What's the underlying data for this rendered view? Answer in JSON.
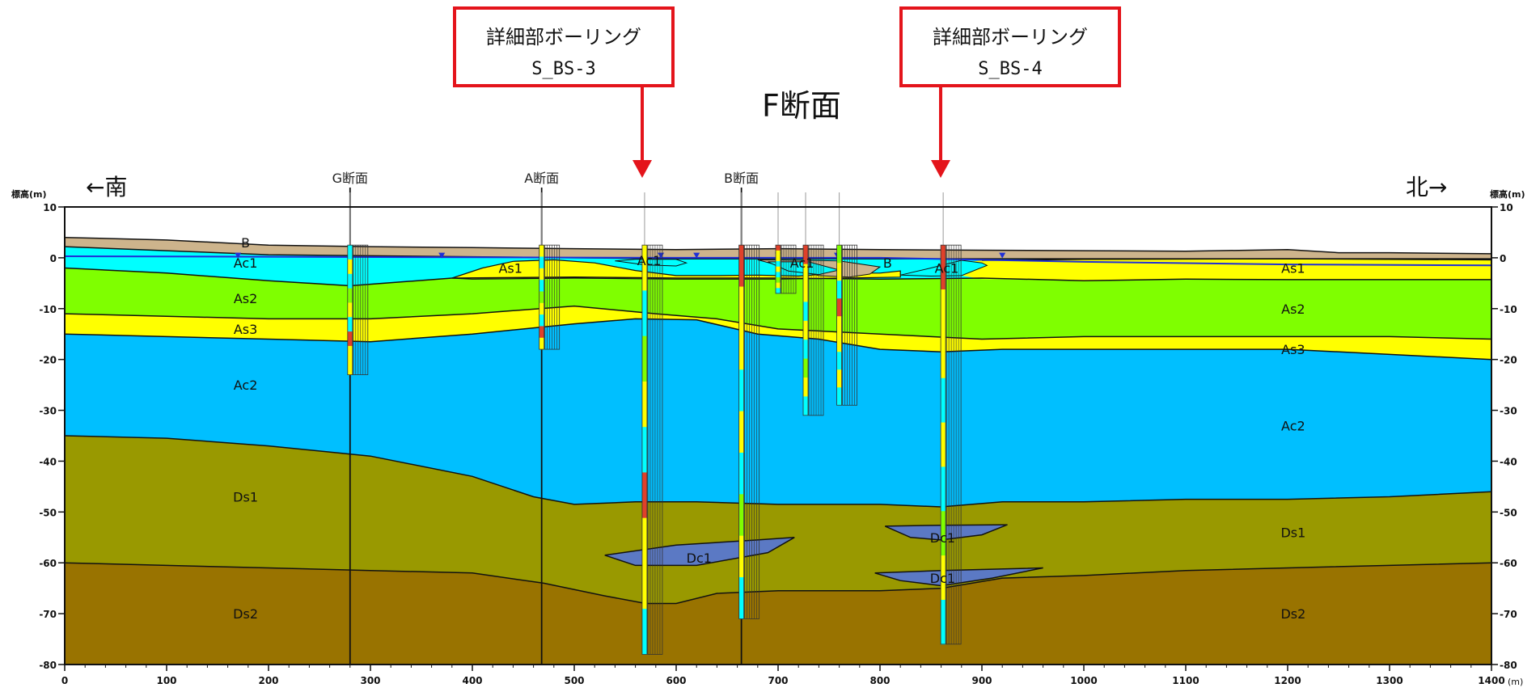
{
  "section_title": "F断面",
  "direction_left": "←南",
  "direction_right": "北→",
  "callouts": [
    {
      "title": "詳細部ボーリング",
      "id": "S_BS-3"
    },
    {
      "title": "詳細部ボーリング",
      "id": "S_BS-4"
    }
  ],
  "colors": {
    "callout_red": "#e4141b",
    "B": "#cdb48c",
    "Ac1": "#00ffff",
    "As1": "#ffff00",
    "As2": "#7fff00",
    "As3": "#ffff00",
    "Ac2": "#00bfff",
    "Ds1": "#999900",
    "Ds2": "#997300",
    "Dc1": "#5b79c4",
    "groundwater": "#1f2fd6"
  },
  "chart_data": {
    "type": "geologic-cross-section",
    "title": "F断面",
    "x_range": [
      0,
      1400
    ],
    "y_range": [
      -80,
      10
    ],
    "x_ticks": [
      0,
      100,
      200,
      300,
      400,
      500,
      600,
      700,
      800,
      900,
      1000,
      1100,
      1200,
      1300,
      1400
    ],
    "y_ticks": [
      10,
      0,
      -10,
      -20,
      -30,
      -40,
      -50,
      -60,
      -70,
      -80
    ],
    "y_tick_labels": [
      "10",
      "0",
      "-10",
      "-20",
      "-30",
      "-40",
      "-50",
      "-60",
      "-70",
      "-80"
    ],
    "x_unit_label": "(m)",
    "y_axis_label_left": "標高(m)",
    "y_axis_label_right": "標高(m)",
    "section_lines": [
      {
        "name": "G断面",
        "x": 280
      },
      {
        "name": "A断面",
        "x": 468
      },
      {
        "name": "B断面",
        "x": 664
      }
    ],
    "boreholes": [
      {
        "x": 280,
        "bottom": -23
      },
      {
        "x": 468,
        "bottom": -18
      },
      {
        "x": 569,
        "bottom": -78
      },
      {
        "x": 664,
        "bottom": -71
      },
      {
        "x": 700,
        "bottom": -7
      },
      {
        "x": 727,
        "bottom": -31
      },
      {
        "x": 760,
        "bottom": -29
      },
      {
        "x": 862,
        "bottom": -76
      }
    ],
    "layer_labels": [
      {
        "text": "B",
        "x": 160,
        "y": 3
      },
      {
        "text": "Ac1",
        "x": 160,
        "y": -1
      },
      {
        "text": "As1",
        "x": 420,
        "y": -2
      },
      {
        "text": "Ac1",
        "x": 556,
        "y": -0.5
      },
      {
        "text": "Ac1",
        "x": 706,
        "y": -1
      },
      {
        "text": "B",
        "x": 790,
        "y": -1
      },
      {
        "text": "Ac1",
        "x": 848,
        "y": -2
      },
      {
        "text": "As1",
        "x": 1188,
        "y": -2
      },
      {
        "text": "As2",
        "x": 160,
        "y": -8
      },
      {
        "text": "As2",
        "x": 1188,
        "y": -10
      },
      {
        "text": "As3",
        "x": 160,
        "y": -14
      },
      {
        "text": "As3",
        "x": 1188,
        "y": -18
      },
      {
        "text": "Ac2",
        "x": 160,
        "y": -25
      },
      {
        "text": "Ac2",
        "x": 1188,
        "y": -33
      },
      {
        "text": "Ds1",
        "x": 160,
        "y": -47
      },
      {
        "text": "Ds1",
        "x": 1188,
        "y": -54
      },
      {
        "text": "Dc1",
        "x": 605,
        "y": -59
      },
      {
        "text": "Dc1",
        "x": 844,
        "y": -55
      },
      {
        "text": "Dc1",
        "x": 844,
        "y": -63
      },
      {
        "text": "Ds2",
        "x": 160,
        "y": -70
      },
      {
        "text": "Ds2",
        "x": 1188,
        "y": -70
      }
    ],
    "boundaries": {
      "ground": [
        [
          0,
          4
        ],
        [
          100,
          3.5
        ],
        [
          200,
          2.5
        ],
        [
          300,
          2.2
        ],
        [
          400,
          2
        ],
        [
          500,
          1.8
        ],
        [
          600,
          1.6
        ],
        [
          700,
          1.8
        ],
        [
          800,
          1.6
        ],
        [
          900,
          1.5
        ],
        [
          1000,
          1.4
        ],
        [
          1100,
          1.3
        ],
        [
          1200,
          1.6
        ],
        [
          1250,
          1
        ],
        [
          1300,
          1
        ],
        [
          1400,
          0.8
        ]
      ],
      "b_base": [
        [
          0,
          2.2
        ],
        [
          100,
          1.4
        ],
        [
          200,
          0.6
        ],
        [
          300,
          0.4
        ],
        [
          400,
          0.2
        ],
        [
          500,
          0
        ],
        [
          600,
          -0.2
        ],
        [
          1400,
          -0.2
        ]
      ],
      "as1_top_south": [
        [
          380,
          -4
        ],
        [
          410,
          -2
        ],
        [
          440,
          -0.7
        ],
        [
          480,
          -0.4
        ],
        [
          520,
          -1
        ],
        [
          560,
          -2.5
        ],
        [
          600,
          -3.5
        ],
        [
          640,
          -3.5
        ],
        [
          680,
          -3.4
        ],
        [
          720,
          -3.6
        ],
        [
          760,
          -3
        ],
        [
          800,
          -3
        ],
        [
          820,
          -2.6
        ]
      ],
      "as1_top_north": [
        [
          900,
          -0.5
        ],
        [
          1000,
          -0.3
        ],
        [
          1200,
          -0.2
        ],
        [
          1400,
          -0.4
        ]
      ],
      "as2_top": [
        [
          0,
          -2
        ],
        [
          100,
          -3
        ],
        [
          200,
          -4.5
        ],
        [
          280,
          -5.5
        ],
        [
          380,
          -4
        ],
        [
          500,
          -3.8
        ],
        [
          600,
          -4
        ],
        [
          700,
          -4
        ],
        [
          800,
          -4.2
        ],
        [
          900,
          -4
        ],
        [
          1000,
          -4.5
        ],
        [
          1100,
          -4.2
        ],
        [
          1200,
          -4.3
        ],
        [
          1300,
          -4.3
        ],
        [
          1400,
          -4.3
        ]
      ],
      "as3_top": [
        [
          0,
          -11
        ],
        [
          100,
          -11.5
        ],
        [
          200,
          -12
        ],
        [
          300,
          -12
        ],
        [
          400,
          -11
        ],
        [
          500,
          -9.5
        ],
        [
          580,
          -11
        ],
        [
          640,
          -12
        ],
        [
          700,
          -14
        ],
        [
          800,
          -15
        ],
        [
          900,
          -16
        ],
        [
          1000,
          -15.5
        ],
        [
          1100,
          -15.5
        ],
        [
          1200,
          -15.5
        ],
        [
          1300,
          -15.5
        ],
        [
          1400,
          -16
        ]
      ],
      "ac2_top": [
        [
          0,
          -15
        ],
        [
          100,
          -15.5
        ],
        [
          200,
          -16
        ],
        [
          300,
          -16.5
        ],
        [
          400,
          -15
        ],
        [
          500,
          -13
        ],
        [
          560,
          -12
        ],
        [
          620,
          -12.2
        ],
        [
          680,
          -15
        ],
        [
          740,
          -16
        ],
        [
          800,
          -18
        ],
        [
          860,
          -18.5
        ],
        [
          920,
          -18
        ],
        [
          1000,
          -18
        ],
        [
          1100,
          -18
        ],
        [
          1200,
          -18
        ],
        [
          1300,
          -19
        ],
        [
          1400,
          -20
        ]
      ],
      "ds1_top": [
        [
          0,
          -35
        ],
        [
          100,
          -35.5
        ],
        [
          200,
          -37
        ],
        [
          300,
          -39
        ],
        [
          400,
          -43
        ],
        [
          460,
          -47
        ],
        [
          500,
          -48.5
        ],
        [
          560,
          -48
        ],
        [
          620,
          -48
        ],
        [
          700,
          -48.5
        ],
        [
          800,
          -48.5
        ],
        [
          860,
          -49
        ],
        [
          920,
          -48
        ],
        [
          1000,
          -48
        ],
        [
          1100,
          -47.5
        ],
        [
          1200,
          -47.5
        ],
        [
          1300,
          -47
        ],
        [
          1400,
          -46
        ]
      ],
      "ds2_top": [
        [
          0,
          -60
        ],
        [
          100,
          -60.5
        ],
        [
          200,
          -61
        ],
        [
          300,
          -61.5
        ],
        [
          400,
          -62
        ],
        [
          470,
          -64
        ],
        [
          530,
          -66.5
        ],
        [
          570,
          -68
        ],
        [
          600,
          -68
        ],
        [
          640,
          -66
        ],
        [
          700,
          -65.5
        ],
        [
          800,
          -65.5
        ],
        [
          860,
          -65
        ],
        [
          920,
          -63
        ],
        [
          1000,
          -62.5
        ],
        [
          1100,
          -61.5
        ],
        [
          1200,
          -61
        ],
        [
          1300,
          -60.5
        ],
        [
          1400,
          -60
        ]
      ]
    },
    "lenses": [
      [
        [
          530,
          -58.5
        ],
        [
          600,
          -56.5
        ],
        [
          680,
          -55.5
        ],
        [
          716,
          -55
        ],
        [
          690,
          -58
        ],
        [
          620,
          -60.5
        ],
        [
          560,
          -60.5
        ]
      ],
      [
        [
          805,
          -52.8
        ],
        [
          860,
          -52.6
        ],
        [
          925,
          -52.5
        ],
        [
          900,
          -54.5
        ],
        [
          860,
          -55.5
        ],
        [
          830,
          -55
        ]
      ],
      [
        [
          795,
          -62
        ],
        [
          860,
          -61.5
        ],
        [
          960,
          -61
        ],
        [
          910,
          -63
        ],
        [
          860,
          -64.5
        ],
        [
          820,
          -63.5
        ]
      ]
    ],
    "water_table": [
      [
        0,
        0.3
      ],
      [
        200,
        0.2
      ],
      [
        400,
        0.1
      ],
      [
        600,
        0
      ],
      [
        800,
        0
      ],
      [
        1000,
        -0.8
      ],
      [
        1200,
        -1.3
      ],
      [
        1400,
        -1.5
      ]
    ]
  }
}
